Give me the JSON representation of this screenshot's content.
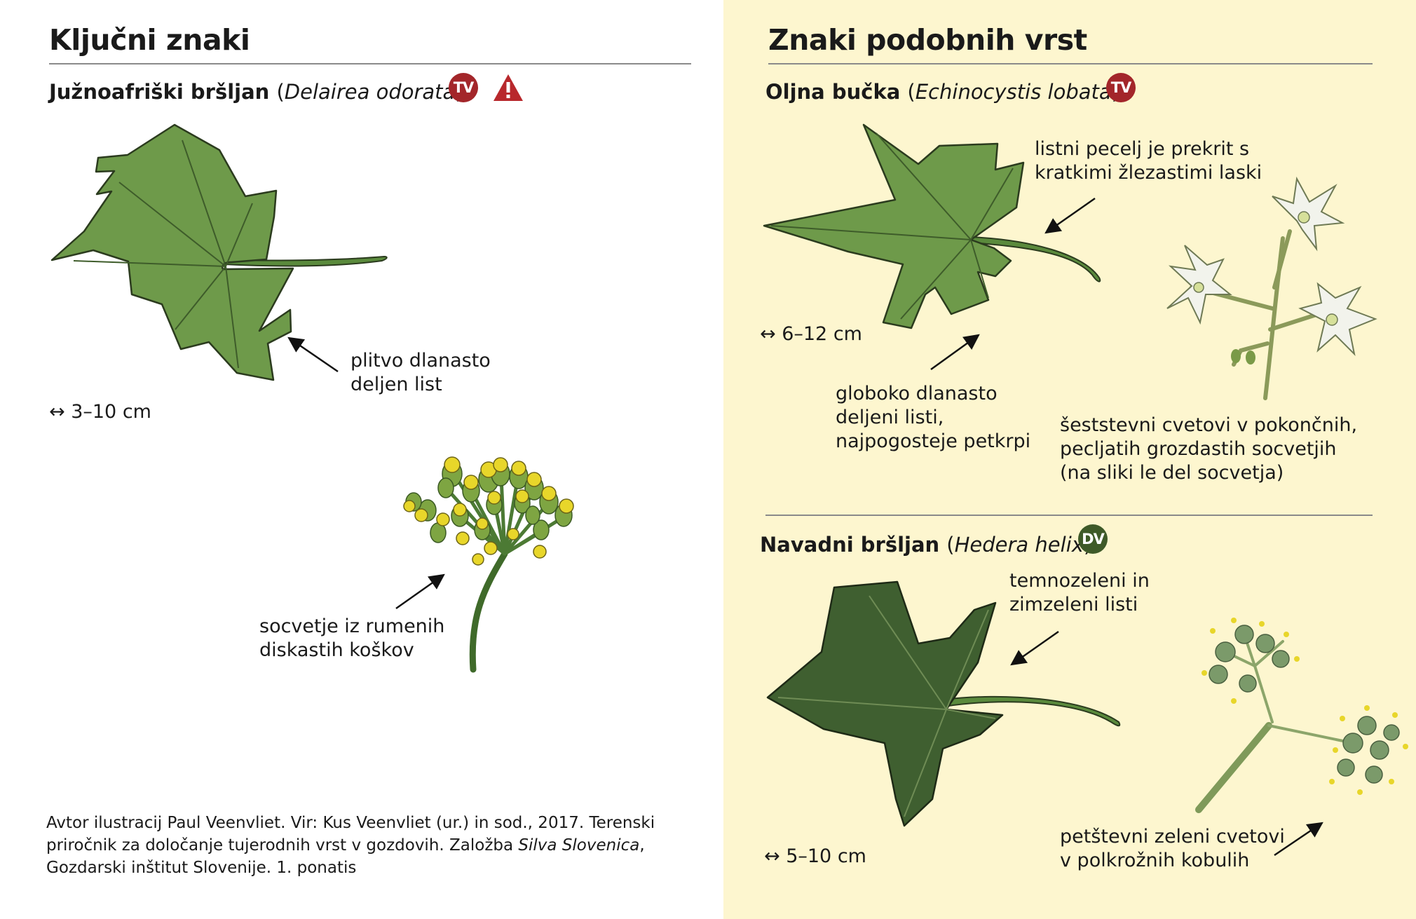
{
  "colors": {
    "right_background": "#fdf6cf",
    "badge_red": "#a3262a",
    "badge_green": "#3e5a28",
    "leaf_green": "#6e9a4a",
    "dark_leaf": "#3f5f30",
    "flower_yellow": "#e8d62a",
    "flower_white": "#f2f3ec"
  },
  "left": {
    "heading": "Ključni znaki",
    "species": {
      "common": "Južnoafriški bršljan",
      "latin": "Delairea odorata",
      "badge": "TV",
      "warning_icon": "warning-triangle-icon"
    },
    "leaf_label": [
      "plitvo dlanasto",
      "deljen list"
    ],
    "size": "↔ 3–10 cm",
    "flower_label": [
      "socvetje iz rumenih",
      "diskastih koškov"
    ],
    "credits": {
      "line1": "Avtor ilustracij Paul Veenvliet. Vir: Kus Veenvliet (ur.) in sod., 2017. Terenski",
      "line2_a": "priročnik za določanje tujerodnih vrst v gozdovih. Založba ",
      "line2_i": "Silva Slovenica",
      "line2_b": ",",
      "line3": "Gozdarski inštitut Slovenije. 1. ponatis"
    }
  },
  "right": {
    "heading": "Znaki podobnih vrst",
    "species1": {
      "common": "Oljna bučka",
      "latin": "Echinocystis lobata",
      "badge": "TV",
      "stalk_label": [
        "listni pecelj je prekrit s",
        "kratkimi žlezastimi laski"
      ],
      "size": "↔ 6–12 cm",
      "leaf_label": [
        "globoko dlanasto",
        "deljeni listi,",
        "najpogosteje petkrpi"
      ],
      "flower_label": [
        "šeststevni cvetovi v pokončnih,",
        "pecljatih grozdastih socvetjih",
        "(na sliki le del socvetja)"
      ]
    },
    "species2": {
      "common": "Navadni bršljan",
      "latin": "Hedera helix",
      "badge": "DV",
      "leaf_label": [
        "temnozeleni in",
        "zimzeleni listi"
      ],
      "size": "↔ 5–10 cm",
      "flower_label": [
        "petštevni zeleni cvetovi",
        "v polkrožnih kobulih"
      ]
    }
  }
}
